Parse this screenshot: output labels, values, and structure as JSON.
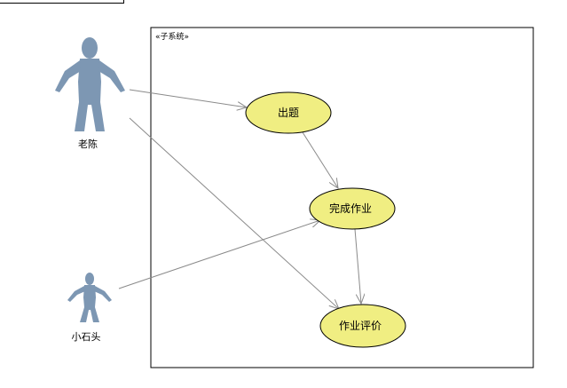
{
  "colors": {
    "actor": "#7d97b3",
    "usecase_fill": "#f0ee82",
    "usecase_stroke": "#000000",
    "line": "#8a8a8a",
    "boundary": "#000000"
  },
  "system": {
    "stereotype": "«子系统»"
  },
  "actors": [
    {
      "id": "laochen",
      "name": "老陈",
      "icon": "stick-figure-icon"
    },
    {
      "id": "xiaoshitou",
      "name": "小石头",
      "icon": "stick-figure-icon"
    }
  ],
  "usecases": [
    {
      "id": "chuti",
      "name": "出题"
    },
    {
      "id": "wancheng",
      "name": "完成作业"
    },
    {
      "id": "pingjia",
      "name": "作业评价"
    }
  ],
  "associations": [
    {
      "from": "laochen",
      "to": "chuti"
    },
    {
      "from": "laochen",
      "to": "pingjia"
    },
    {
      "from": "xiaoshitou",
      "to": "wancheng"
    },
    {
      "from": "chuti",
      "to": "wancheng"
    },
    {
      "from": "wancheng",
      "to": "pingjia"
    }
  ]
}
